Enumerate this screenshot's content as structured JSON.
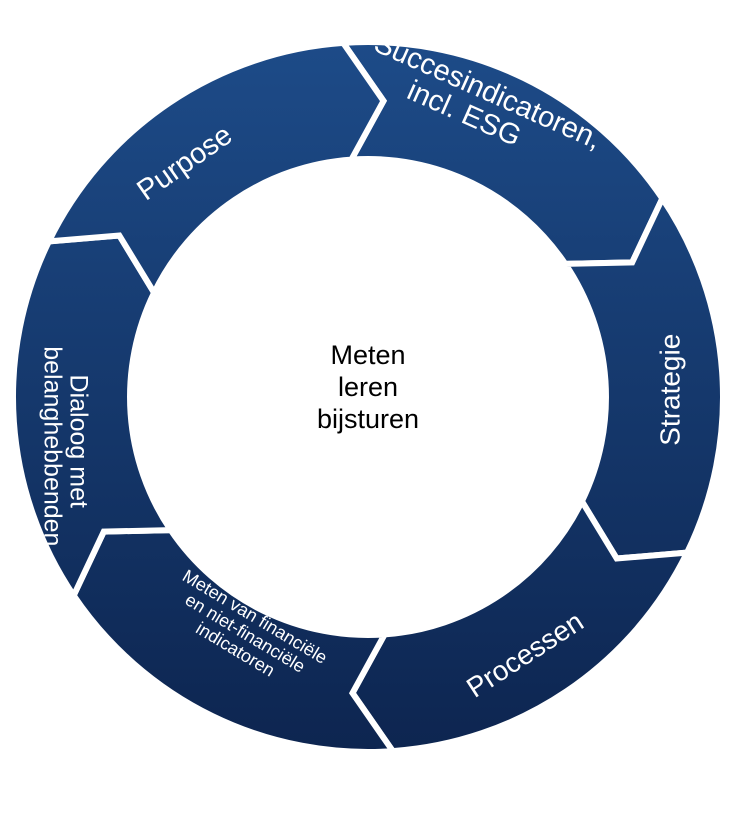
{
  "colors": {
    "segment_top": "#1d4b88",
    "segment_bottom": "#0d2550",
    "separator": "#ffffff",
    "center_text": "#000000"
  },
  "center": {
    "lines": [
      "Meten",
      "leren",
      "bijsturen"
    ]
  },
  "segments": [
    {
      "lines": [
        "Succesindicatoren,",
        "incl. ESG"
      ]
    },
    {
      "lines": [
        "Strategie"
      ]
    },
    {
      "lines": [
        "Processen"
      ]
    },
    {
      "lines": [
        "Meten van financiële",
        "en niet-financiële",
        "indicatoren"
      ]
    },
    {
      "lines": [
        "Dialoog met",
        "belanghebbenden"
      ]
    },
    {
      "lines": [
        "Purpose"
      ]
    }
  ]
}
